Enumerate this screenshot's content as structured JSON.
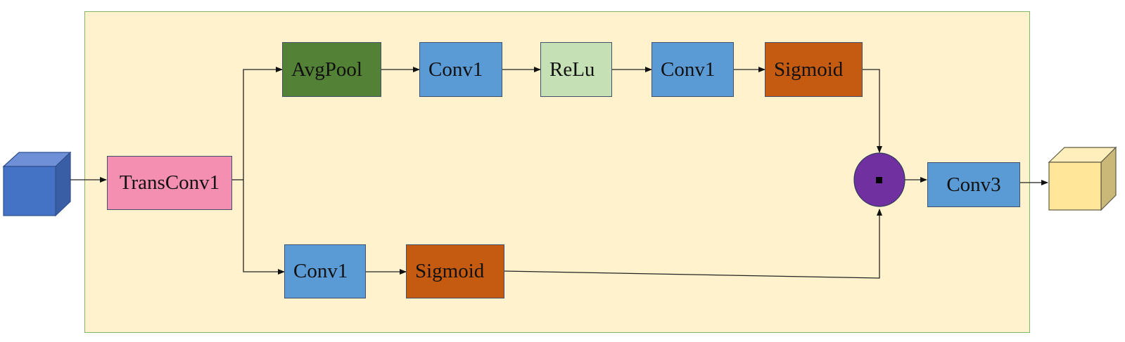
{
  "diagram": {
    "nodes": {
      "transconv1": {
        "label": "TransConv1",
        "color": "#f48fb1"
      },
      "avgpool": {
        "label": "AvgPool",
        "color": "#538135"
      },
      "conv1_top_a": {
        "label": "Conv1",
        "color": "#5b9bd5"
      },
      "relu": {
        "label": "ReLu",
        "color": "#c5e0b4"
      },
      "conv1_top_b": {
        "label": "Conv1",
        "color": "#5b9bd5"
      },
      "sigmoid_top": {
        "label": "Sigmoid",
        "color": "#c55a11"
      },
      "conv1_bottom": {
        "label": "Conv1",
        "color": "#5b9bd5"
      },
      "sigmoid_bottom": {
        "label": "Sigmoid",
        "color": "#c55a11"
      },
      "multiply": {
        "color": "#7030a0"
      },
      "conv3": {
        "label": "Conv3",
        "color": "#5b9bd5"
      },
      "input_cube": {
        "color": "#4472c4"
      },
      "output_cube": {
        "color": "#ffe699"
      }
    },
    "edges": [
      [
        "input_cube",
        "transconv1"
      ],
      [
        "transconv1",
        "avgpool"
      ],
      [
        "transconv1",
        "conv1_bottom"
      ],
      [
        "avgpool",
        "conv1_top_a"
      ],
      [
        "conv1_top_a",
        "relu"
      ],
      [
        "relu",
        "conv1_top_b"
      ],
      [
        "conv1_top_b",
        "sigmoid_top"
      ],
      [
        "sigmoid_top",
        "multiply"
      ],
      [
        "conv1_bottom",
        "sigmoid_bottom"
      ],
      [
        "sigmoid_bottom",
        "multiply"
      ],
      [
        "multiply",
        "conv3"
      ],
      [
        "conv3",
        "output_cube"
      ]
    ]
  }
}
